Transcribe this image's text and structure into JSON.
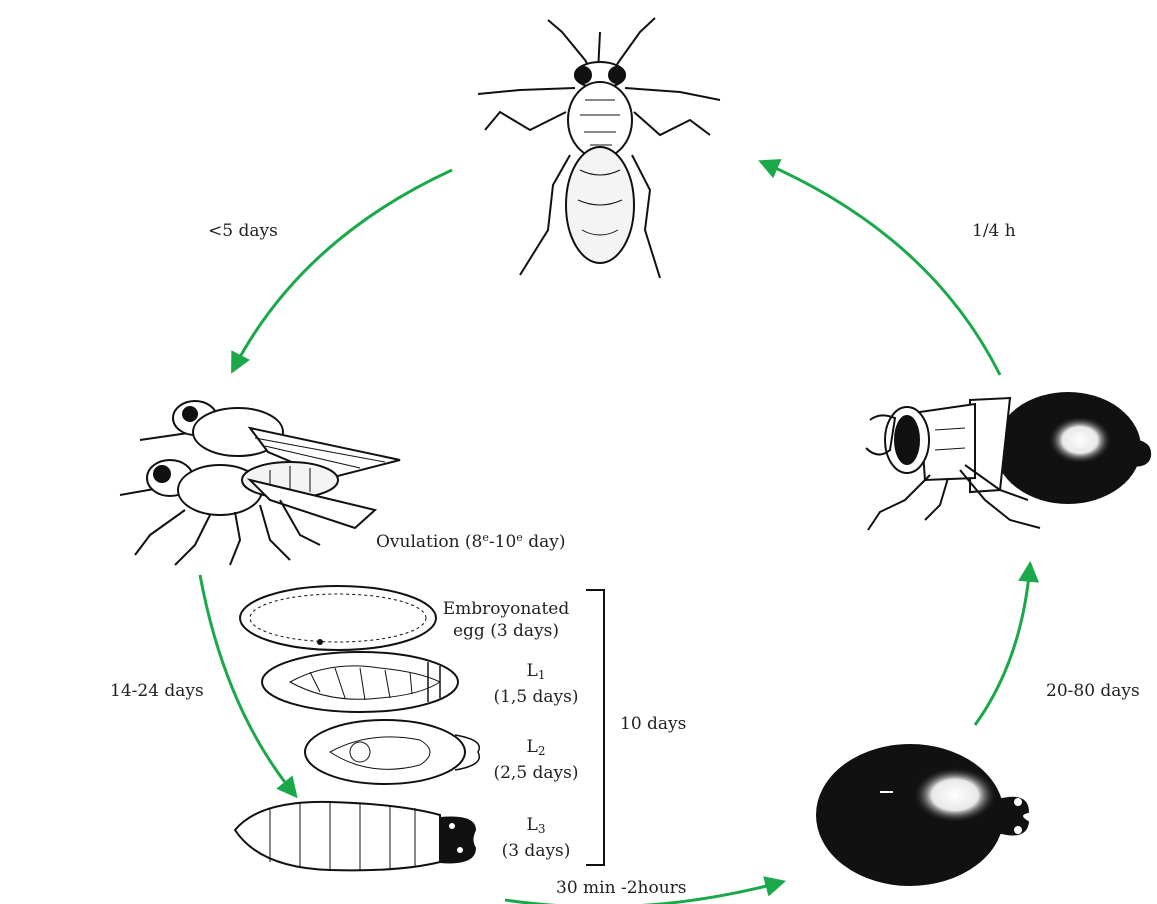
{
  "colors": {
    "arrow": "#1aa84a",
    "ink": "#111111",
    "paper": "#ffffff"
  },
  "labels": {
    "adult_to_mating": "<5 days",
    "pupa_to_adult": "1/4 h",
    "ovulation_prefix": "Ovulation (8",
    "ovulation_sup1": "e",
    "ovulation_mid": "-10",
    "ovulation_sup2": "e",
    "ovulation_suffix": " day)",
    "mating_to_larva": "14-24 days",
    "larva_to_pupa": "30 min -2hours",
    "pupa_development": "20-80 days",
    "egg_line1": "Embroyonated",
    "egg_line2": "egg (3 days)",
    "l1_letter": "L",
    "l1_sub": "1",
    "l1_days": "(1,5 days)",
    "l2_letter": "L",
    "l2_sub": "2",
    "l2_days": "(2,5 days)",
    "l3_letter": "L",
    "l3_sub": "3",
    "l3_days": "(3 days)",
    "bracket_total": "10 days"
  },
  "illustrations": [
    "adult-fly",
    "mating-flies",
    "embryonated-egg",
    "larva-l1",
    "larva-l2",
    "larva-l3",
    "pupa",
    "emerging-adult"
  ]
}
